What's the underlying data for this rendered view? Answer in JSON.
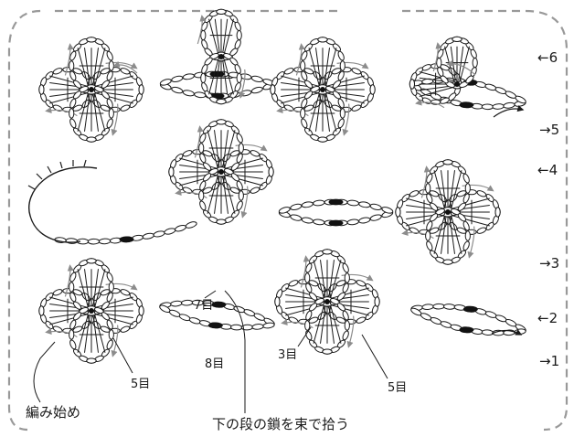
{
  "row_labels": [
    {
      "text": "←6",
      "row": 6
    },
    {
      "text": "→5",
      "row": 5
    },
    {
      "text": "←4",
      "row": 4
    },
    {
      "text": "→3",
      "row": 3
    },
    {
      "text": "←2",
      "row": 2
    },
    {
      "text": "→1",
      "row": 1
    }
  ],
  "annotations": {
    "st7": "7目",
    "st8": "8目",
    "st3": "3目",
    "st5_left": "5目",
    "st5_right": "5目",
    "start": "編み始め",
    "pickup_note": "下の段の鎖を束で拾う"
  },
  "colors": {
    "line": "#1a1a1a",
    "arrow": "#8c8c8c",
    "frame": "#999999",
    "dot": "#111111"
  }
}
